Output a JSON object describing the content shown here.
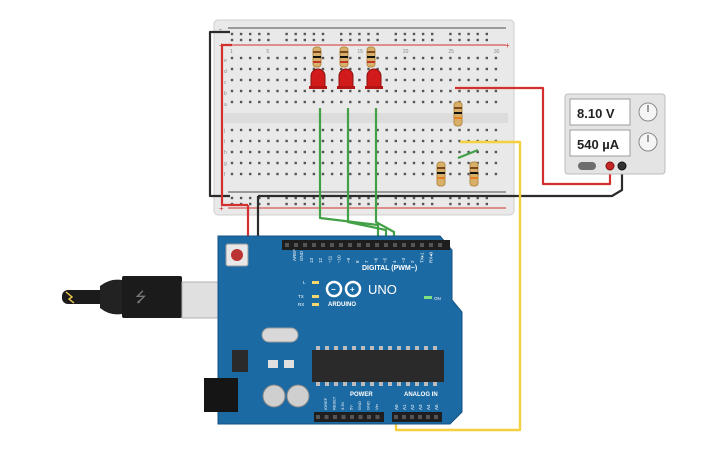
{
  "arduino": {
    "brand": "ARDUINO",
    "model": "UNO",
    "digital_label": "DIGITAL (PWM~)",
    "analog_label": "ANALOG IN",
    "power_label": "POWER",
    "on_label": "ON",
    "l_label": "L",
    "tx_label": "TX",
    "rx_label": "RX",
    "aref": "AREF",
    "gnd_top": "GND",
    "digital_pins": [
      "13",
      "12",
      "~11",
      "~10",
      "~9",
      "8",
      "7",
      "~6",
      "~5",
      "4",
      "~3",
      "2",
      "TX▸1",
      "RX◂0"
    ],
    "power_pins": [
      "IOREF",
      "RESET",
      "3.3V",
      "5V",
      "GND",
      "GND",
      "Vin"
    ],
    "analog_pins": [
      "A0",
      "A1",
      "A2",
      "A3",
      "A4",
      "A5"
    ]
  },
  "power_supply": {
    "voltage": "8.10 V",
    "current": "540 µA"
  },
  "breadboard": {
    "columns_top": [
      "1",
      "5",
      "10",
      "15",
      "20",
      "25",
      "30"
    ],
    "rows": [
      "a",
      "b",
      "c",
      "d",
      "e",
      "f",
      "g",
      "h",
      "i",
      "j"
    ],
    "plus": "+",
    "minus": "-"
  },
  "colors": {
    "breadboard": "#e9e9e9",
    "arduino": "#1c6aa3",
    "wire_red": "#d32f2f",
    "wire_black": "#2b2b2b",
    "wire_green": "#43a047",
    "wire_yellow": "#f4d03f",
    "led_red": "#d11b1b",
    "resistor": "#d9b06a",
    "psu": "#e4e4e4",
    "psu_display": "#ffffff"
  }
}
